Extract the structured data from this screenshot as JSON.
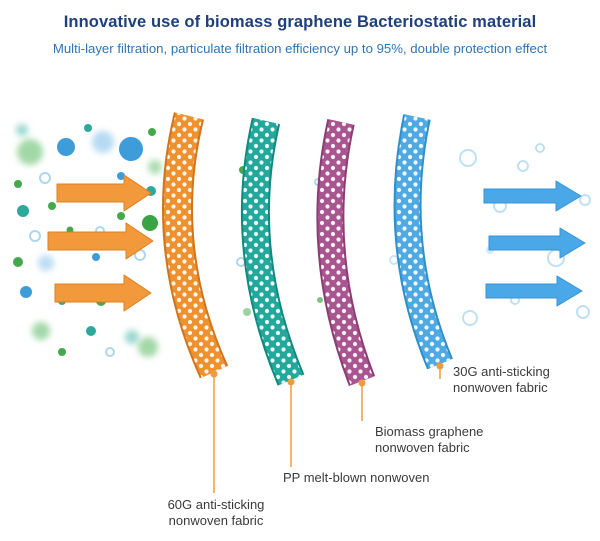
{
  "header": {
    "title": "Innovative use of biomass graphene Bacteriostatic material",
    "subtitle": "Multi-layer filtration, particulate filtration efficiency up to 95%, double protection effect"
  },
  "annotations": [
    {
      "id": "layer-60g",
      "lines": [
        "60G anti-sticking",
        "nonwoven fabric"
      ]
    },
    {
      "id": "layer-pp",
      "lines": [
        "PP melt-blown nonwoven"
      ]
    },
    {
      "id": "layer-biomass",
      "lines": [
        "Biomass graphene",
        "nonwoven fabric"
      ]
    },
    {
      "id": "layer-30g",
      "lines": [
        "30G anti-sticking",
        "nonwoven fabric"
      ]
    }
  ],
  "colors": {
    "title_text": "#20407C",
    "subtitle_text": "#2E75B6",
    "layer_60g": "#F0912F",
    "layer_pp": "#23A99C",
    "layer_biomass": "#A85590",
    "layer_30g": "#4FAAE4",
    "inflow_arrow": "#F29A3B",
    "outflow_arrow": "#4BA8E8",
    "leader_line": "#F09A3C",
    "label_text": "#3B3B3B"
  }
}
